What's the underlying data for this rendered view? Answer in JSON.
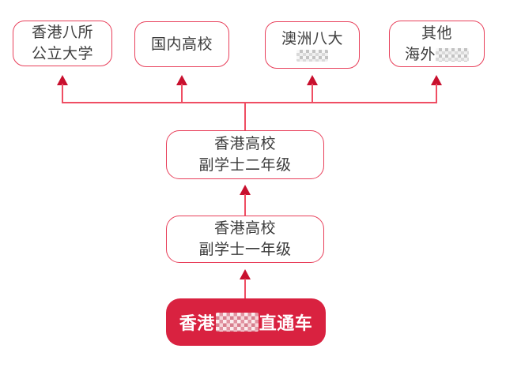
{
  "palette": {
    "box_border": "#e8405b",
    "line": "#ef4e63",
    "arrow_head": "#c8102e",
    "solid_box_bg": "#d92240",
    "text": "#3c3c3c",
    "solid_box_text": "#ffffff"
  },
  "nodes": {
    "hk_public": {
      "line1": "香港八所",
      "line2": "公立大学"
    },
    "mainland": {
      "line1": "国内高校"
    },
    "australia": {
      "line1": "澳洲八大",
      "line2_redacted": true
    },
    "overseas": {
      "line1": "其他",
      "line2_prefix": "海外",
      "line2_redacted": true
    },
    "assoc_year2": {
      "line1": "香港高校",
      "line2": "副学士二年级"
    },
    "assoc_year1": {
      "line1": "香港高校",
      "line2": "副学士一年级"
    },
    "through_train": {
      "prefix": "香港",
      "redacted": true,
      "suffix": "直通车"
    }
  },
  "edges": [
    {
      "from": "through_train",
      "to": "assoc_year1"
    },
    {
      "from": "assoc_year1",
      "to": "assoc_year2"
    },
    {
      "from": "assoc_year2",
      "to": "hk_public"
    },
    {
      "from": "assoc_year2",
      "to": "mainland"
    },
    {
      "from": "assoc_year2",
      "to": "australia"
    },
    {
      "from": "assoc_year2",
      "to": "overseas"
    }
  ]
}
